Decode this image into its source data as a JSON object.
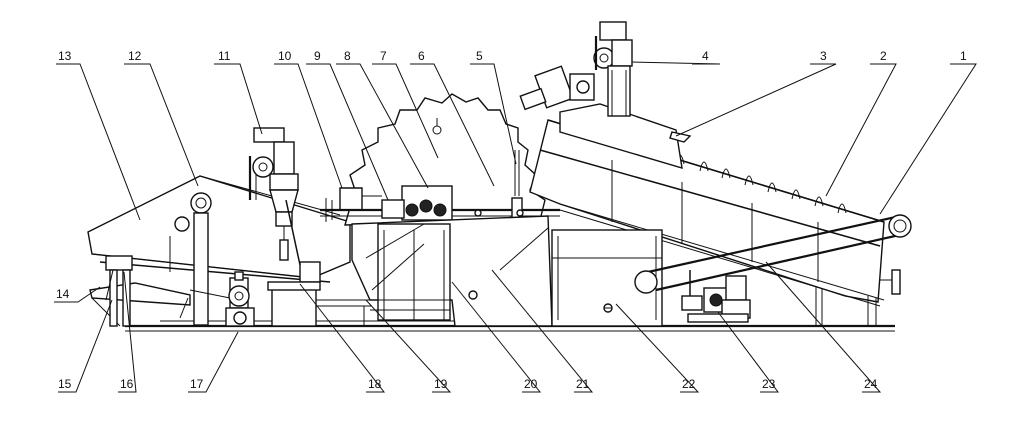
{
  "diagram": {
    "type": "technical-drawing",
    "background": "#ffffff",
    "line_color": "#111111",
    "callouts": [
      {
        "label": "1"
      },
      {
        "label": "2"
      },
      {
        "label": "3"
      },
      {
        "label": "4"
      },
      {
        "label": "5"
      },
      {
        "label": "6"
      },
      {
        "label": "7"
      },
      {
        "label": "8"
      },
      {
        "label": "9"
      },
      {
        "label": "10"
      },
      {
        "label": "11"
      },
      {
        "label": "12"
      },
      {
        "label": "13"
      },
      {
        "label": "14"
      },
      {
        "label": "15"
      },
      {
        "label": "16"
      },
      {
        "label": "17"
      },
      {
        "label": "18"
      },
      {
        "label": "19"
      },
      {
        "label": "20"
      },
      {
        "label": "21"
      },
      {
        "label": "22"
      },
      {
        "label": "23"
      },
      {
        "label": "24"
      }
    ]
  }
}
